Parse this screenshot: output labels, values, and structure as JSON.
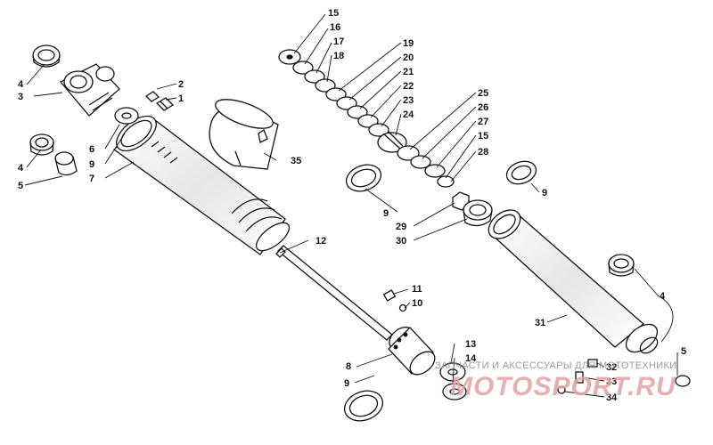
{
  "callouts": [
    {
      "id": "c1",
      "label": "1"
    },
    {
      "id": "c2",
      "label": "2"
    },
    {
      "id": "c3",
      "label": "3"
    },
    {
      "id": "c4a",
      "label": "4"
    },
    {
      "id": "c4b",
      "label": "4"
    },
    {
      "id": "c4c",
      "label": "4"
    },
    {
      "id": "c5a",
      "label": "5"
    },
    {
      "id": "c5b",
      "label": "5"
    },
    {
      "id": "c6",
      "label": "6"
    },
    {
      "id": "c7",
      "label": "7"
    },
    {
      "id": "c8",
      "label": "8"
    },
    {
      "id": "c9a",
      "label": "9"
    },
    {
      "id": "c9b",
      "label": "9"
    },
    {
      "id": "c9c",
      "label": "9"
    },
    {
      "id": "c9d",
      "label": "9"
    },
    {
      "id": "c10",
      "label": "10"
    },
    {
      "id": "c11",
      "label": "11"
    },
    {
      "id": "c12",
      "label": "12"
    },
    {
      "id": "c13",
      "label": "13"
    },
    {
      "id": "c14",
      "label": "14"
    },
    {
      "id": "c15a",
      "label": "15"
    },
    {
      "id": "c15b",
      "label": "15"
    },
    {
      "id": "c16",
      "label": "16"
    },
    {
      "id": "c17",
      "label": "17"
    },
    {
      "id": "c18",
      "label": "18"
    },
    {
      "id": "c19",
      "label": "19"
    },
    {
      "id": "c20",
      "label": "20"
    },
    {
      "id": "c21",
      "label": "21"
    },
    {
      "id": "c22",
      "label": "22"
    },
    {
      "id": "c23",
      "label": "23"
    },
    {
      "id": "c24",
      "label": "24"
    },
    {
      "id": "c25",
      "label": "25"
    },
    {
      "id": "c26",
      "label": "26"
    },
    {
      "id": "c27",
      "label": "27"
    },
    {
      "id": "c28",
      "label": "28"
    },
    {
      "id": "c29",
      "label": "29"
    },
    {
      "id": "c30",
      "label": "30"
    },
    {
      "id": "c31",
      "label": "31"
    },
    {
      "id": "c32",
      "label": "32"
    },
    {
      "id": "c33",
      "label": "33"
    },
    {
      "id": "c34",
      "label": "34"
    },
    {
      "id": "c35",
      "label": "35"
    }
  ],
  "watermark": {
    "text": "ЗАПЧАСТИ И АКСЕССУАРЫ ДЛЯ МОТОТЕХНИКИ",
    "logo": "MOTOSPORT.RU"
  }
}
